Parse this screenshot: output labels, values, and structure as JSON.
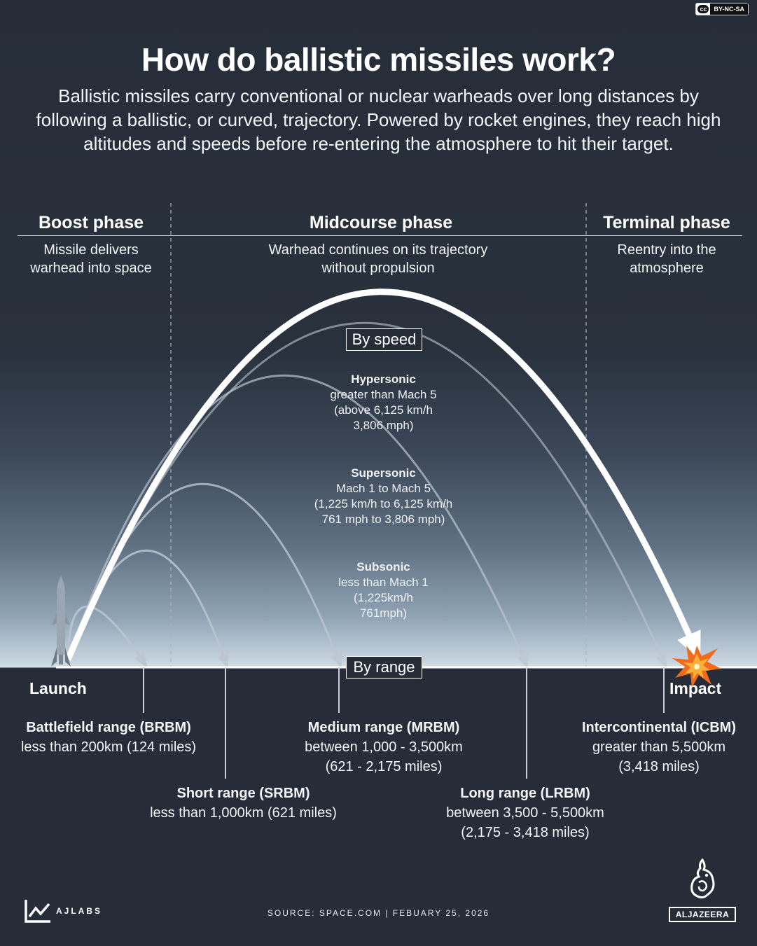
{
  "license": "BY-NC-SA",
  "title": "How do ballistic missiles work?",
  "subtitle": "Ballistic missiles carry conventional or nuclear warheads over long distances by following a ballistic, or curved, trajectory. Powered by rocket engines, they reach high altitudes and speeds before re-entering the atmosphere to hit their target.",
  "phases": [
    {
      "name": "Boost phase",
      "desc_line1": "Missile delivers",
      "desc_line2": "warhead into space"
    },
    {
      "name": "Midcourse phase",
      "desc_line1": "Warhead continues on its trajectory",
      "desc_line2": "without propulsion"
    },
    {
      "name": "Terminal phase",
      "desc_line1": "Reentry into the",
      "desc_line2": "atmosphere"
    }
  ],
  "speed": {
    "label": "By speed",
    "items": [
      {
        "name": "Hypersonic",
        "l1": "greater than Mach 5",
        "l2": "(above 6,125 km/h",
        "l3": "3,806 mph)"
      },
      {
        "name": "Supersonic",
        "l1": "Mach 1 to Mach 5",
        "l2": "(1,225 km/h to 6,125 km/h",
        "l3": "761 mph to 3,806 mph)"
      },
      {
        "name": "Subsonic",
        "l1": "less than Mach 1",
        "l2": "(1,225km/h",
        "l3": "761mph)"
      }
    ]
  },
  "range": {
    "label": "By range",
    "launch": "Launch",
    "impact": "Impact",
    "items": [
      {
        "name": "Battlefield range (BRBM)",
        "l1": "less than 200km (124 miles)",
        "l2": ""
      },
      {
        "name": "Short range (SRBM)",
        "l1": "less than 1,000km (621 miles)",
        "l2": ""
      },
      {
        "name": "Medium range (MRBM)",
        "l1": "between 1,000 - 3,500km",
        "l2": "(621 - 2,175 miles)"
      },
      {
        "name": "Long range (LRBM)",
        "l1": "between 3,500 - 5,500km",
        "l2": "(2,175 - 3,418 miles)"
      },
      {
        "name": "Intercontinental (ICBM)",
        "l1": "greater than 5,500km",
        "l2": "(3,418 miles)"
      }
    ]
  },
  "footer": {
    "source": "SOURCE:  SPACE.COM  |  FEBUARY 25, 2026",
    "ajlabs": "AJLABS",
    "brand": "ALJAZEERA"
  },
  "colors": {
    "background": "#262d38",
    "trajectory": "#ffffff",
    "arc": "#b9c3cd"
  }
}
